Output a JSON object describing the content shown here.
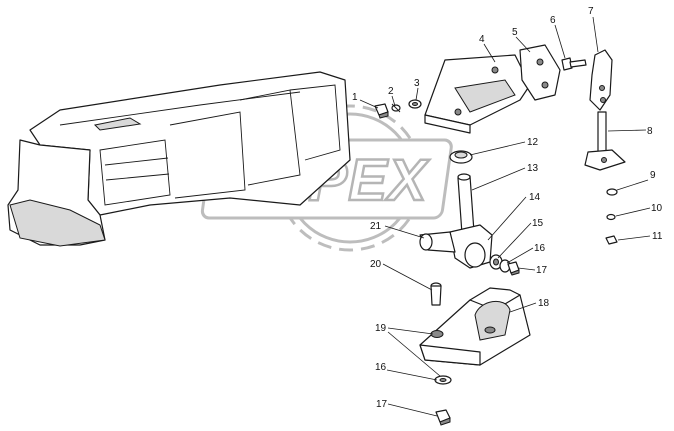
{
  "watermark": {
    "text": "OPEX",
    "color": "#b5b5b5"
  },
  "callouts": {
    "n1": "1",
    "n2": "2",
    "n3": "3",
    "n4": "4",
    "n5": "5",
    "n6": "6",
    "n7": "7",
    "n8": "8",
    "n9": "9",
    "n10": "10",
    "n11": "11",
    "n12": "12",
    "n13": "13",
    "n14": "14",
    "n15": "15",
    "n16a": "16",
    "n17a": "17",
    "n18": "18",
    "n19": "19",
    "n20": "20",
    "n21": "21",
    "n16b": "16",
    "n17b": "17"
  }
}
